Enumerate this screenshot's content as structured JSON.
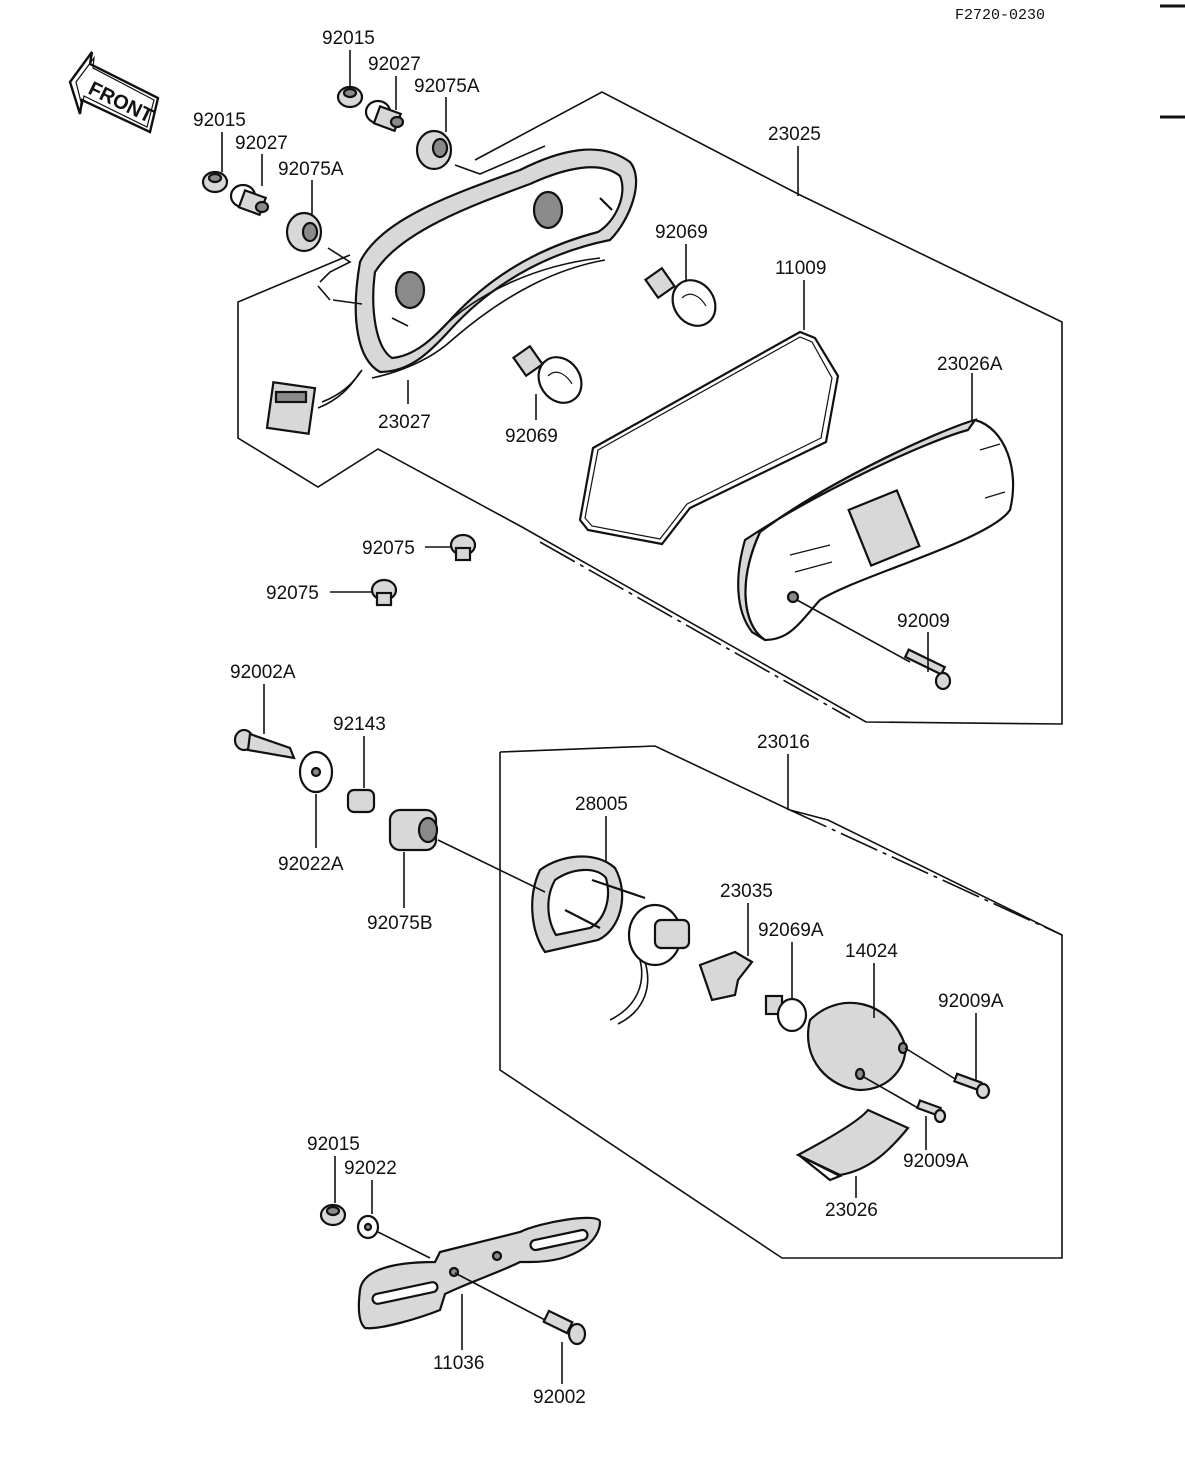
{
  "figure_code": "F2720-0230",
  "front_label": "FRONT",
  "labels": {
    "p92015_a": "92015",
    "p92027_a": "92027",
    "p92075A_a": "92075A",
    "p92015_b": "92015",
    "p92027_b": "92027",
    "p92075A_b": "92075A",
    "p23025": "23025",
    "p92069_a": "92069",
    "p11009": "11009",
    "p23026A": "23026A",
    "p23027": "23027",
    "p92069_b": "92069",
    "p92075_a": "92075",
    "p92075_b": "92075",
    "p92009": "92009",
    "p92002A": "92002A",
    "p92143": "92143",
    "p92022A": "92022A",
    "p92075B": "92075B",
    "p23016": "23016",
    "p28005": "28005",
    "p23035": "23035",
    "p92069A": "92069A",
    "p14024": "14024",
    "p92009A_a": "92009A",
    "p92009A_b": "92009A",
    "p23026": "23026",
    "p92015_c": "92015",
    "p92022": "92022",
    "p11036": "11036",
    "p92002": "92002"
  }
}
